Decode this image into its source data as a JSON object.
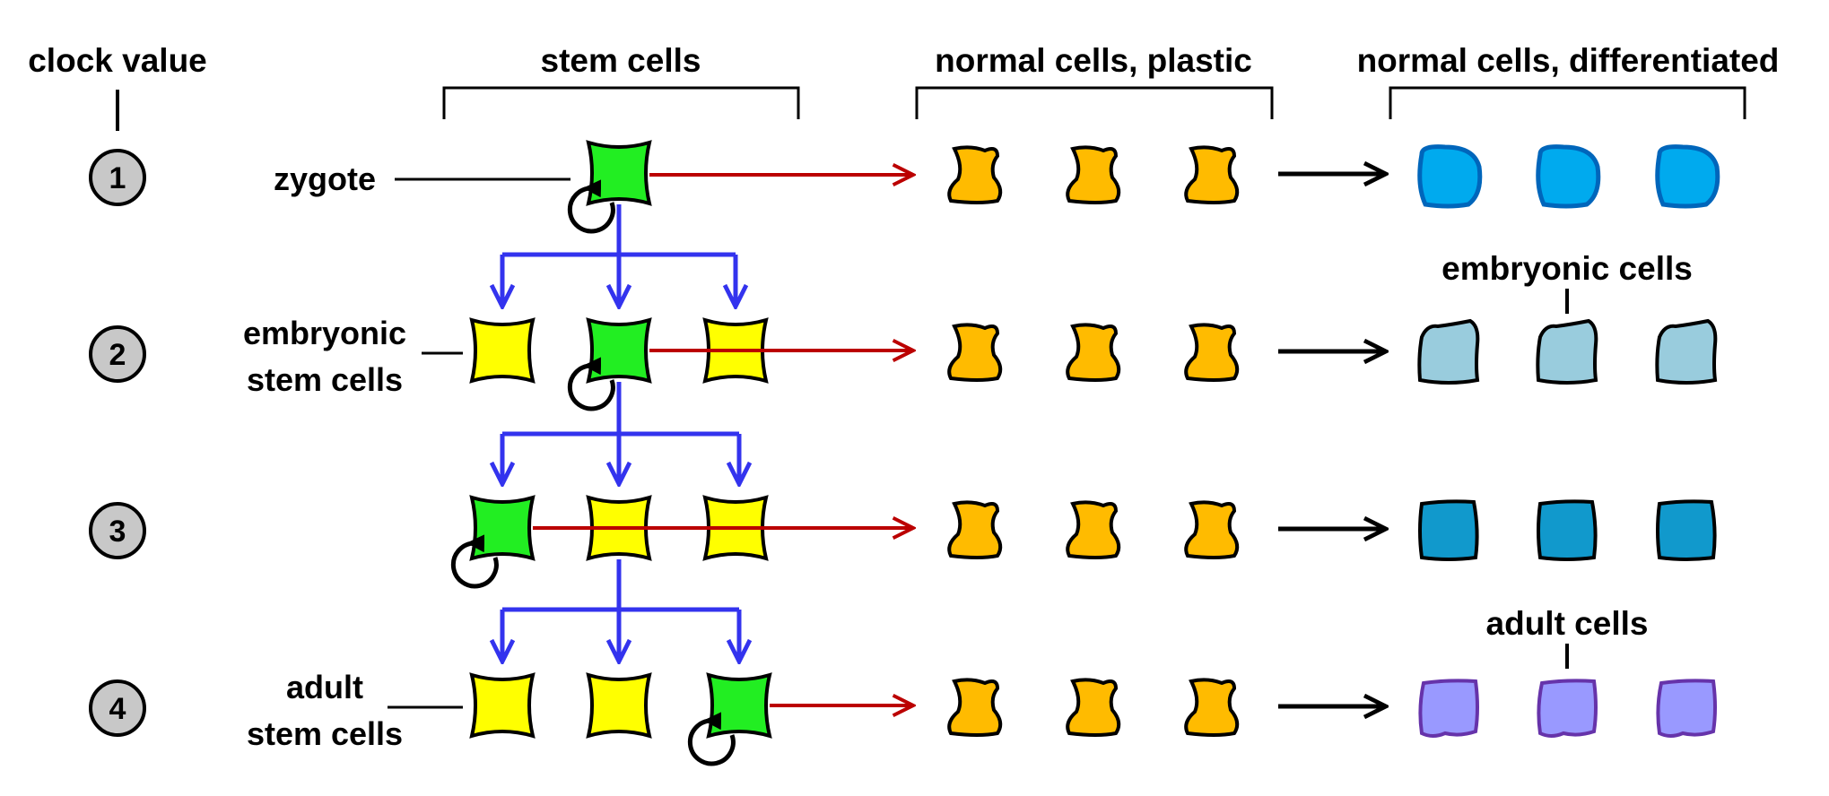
{
  "headers": {
    "clock_value": "clock value",
    "stem_cells": "stem cells",
    "normal_plastic": "normal cells, plastic",
    "normal_differentiated": "normal cells, differentiated"
  },
  "row_labels": {
    "zygote": "zygote",
    "embryonic_line1": "embryonic",
    "embryonic_line2": "stem cells",
    "adult_line1": "adult",
    "adult_line2": "stem cells"
  },
  "clock_values": [
    "1",
    "2",
    "3",
    "4"
  ],
  "annotations": {
    "embryonic_cells": "embryonic cells",
    "adult_cells": "adult cells"
  },
  "colors": {
    "active_stem": "#22ee22",
    "quiescent_stem": "#ffff00",
    "plastic": "#ffbb00",
    "lineage_arrow": "#3333ee",
    "differentiation_arrow": "#bb0000",
    "row1_differentiated": "#00aaee",
    "row2_differentiated": "#99ccdd",
    "row3_differentiated": "#1199cc",
    "row4_differentiated": "#9999ff",
    "clock_circle": "#c8c8c8"
  }
}
